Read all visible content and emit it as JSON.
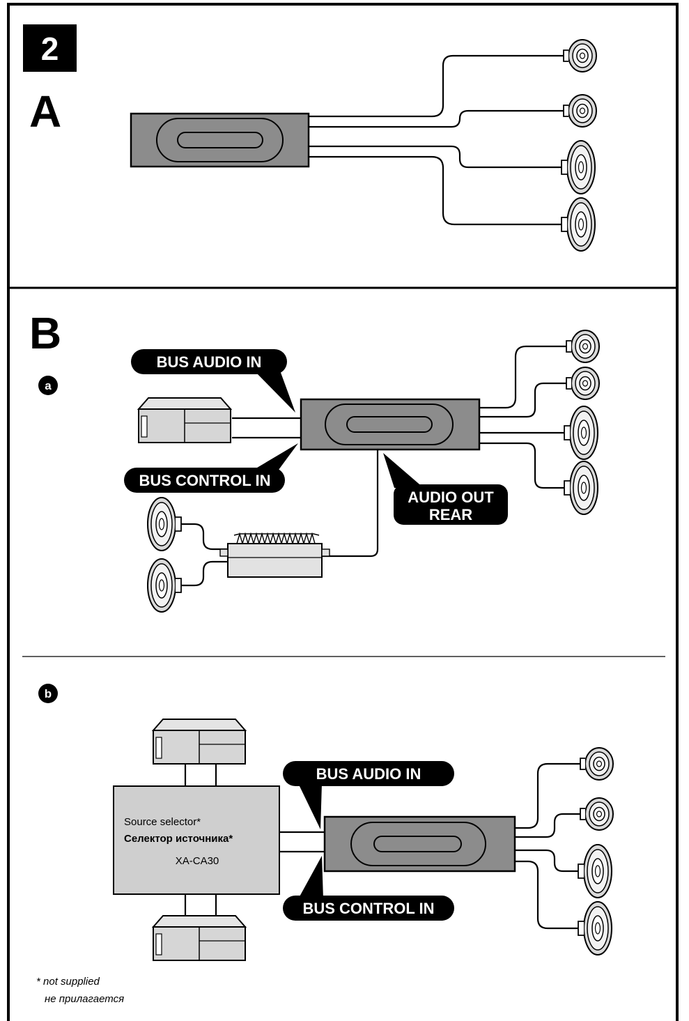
{
  "figure_number": "2",
  "sections": {
    "a": {
      "letter": "A"
    },
    "b": {
      "letter": "B"
    }
  },
  "sub_markers": {
    "a": "a",
    "b": "b"
  },
  "labels": {
    "bus_audio_in": "BUS AUDIO IN",
    "bus_control_in": "BUS CONTROL IN",
    "audio_out_line1": "AUDIO OUT",
    "audio_out_line2": "REAR"
  },
  "selector": {
    "line1": "Source selector*",
    "line2": "Селектор источника*",
    "line3": "XA-CA30"
  },
  "footnote": {
    "line1": "* not supplied",
    "line2": "не прилагается"
  },
  "colors": {
    "unit_fill": "#8c8c8c",
    "device_fill": "#d0d0d0",
    "selector_fill": "#cfcfcf",
    "label_fill": "#000000"
  }
}
